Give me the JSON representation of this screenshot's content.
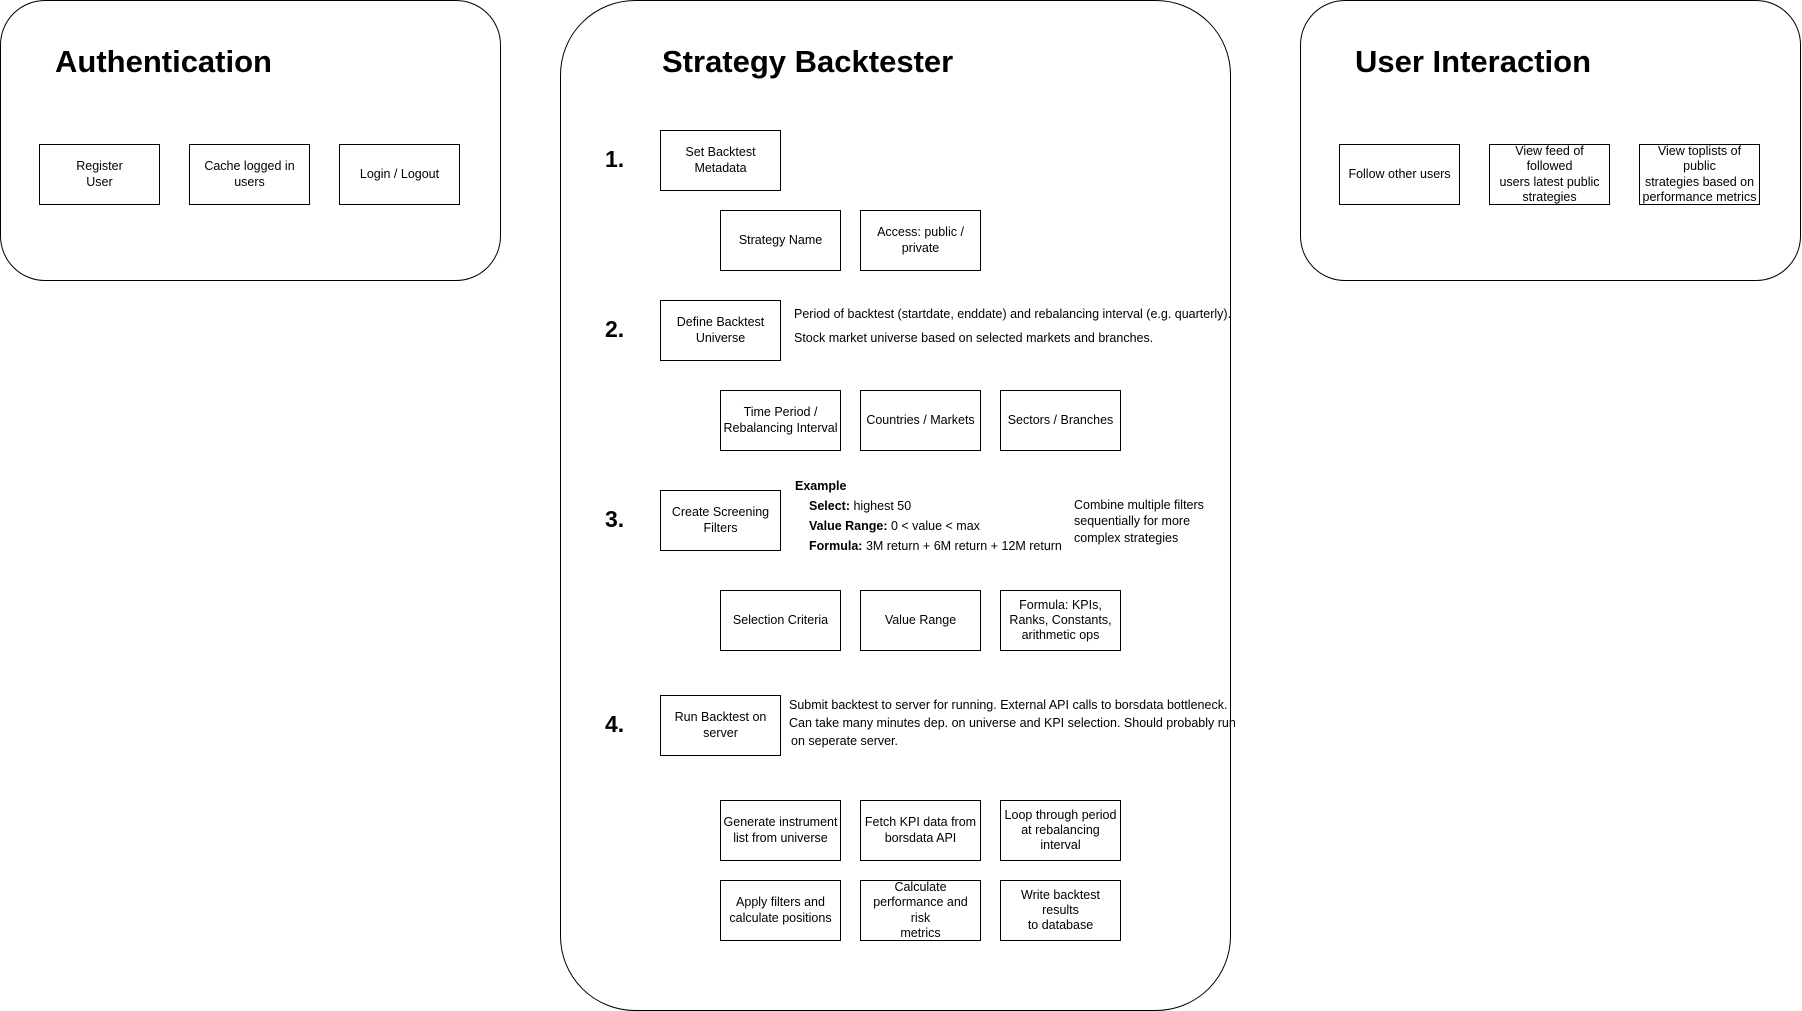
{
  "auth": {
    "title": "Authentication",
    "boxes": [
      "Register\nUser",
      "Cache logged in\nusers",
      "Login / Logout"
    ]
  },
  "backtester": {
    "title": "Strategy Backtester",
    "steps": [
      {
        "num": "1.",
        "label": "Set Backtest\nMetadata",
        "children": [
          "Strategy Name",
          "Access: public /\nprivate"
        ]
      },
      {
        "num": "2.",
        "label": "Define Backtest\nUniverse",
        "children": [
          "Time Period /\nRebalancing Interval",
          "Countries / Markets",
          "Sectors / Branches"
        ],
        "notes": [
          "Period of backtest (startdate, enddate) and rebalancing interval (e.g. quarterly).",
          "Stock market universe based on selected markets and branches."
        ]
      },
      {
        "num": "3.",
        "label": "Create Screening\nFilters",
        "children": [
          "Selection Criteria",
          "Value Range",
          "Formula: KPIs,\nRanks, Constants,\narithmetic ops"
        ],
        "example": {
          "heading": "Example",
          "select_label": "Select:",
          "select_value": "highest 50",
          "range_label": "Value Range:",
          "range_value": "0 < value < max",
          "formula_label": "Formula:",
          "formula_value": "3M return + 6M return + 12M return"
        },
        "side_note": "Combine multiple filters\nsequentially for more\ncomplex strategies"
      },
      {
        "num": "4.",
        "label": "Run Backtest on\nserver",
        "children": [
          "Generate instrument\nlist from universe",
          "Fetch KPI data from\nborsdata API",
          "Loop through period\nat rebalancing interval",
          "Apply filters and\ncalculate positions",
          "Calculate\nperformance and risk\nmetrics",
          "Write backtest results\nto database"
        ],
        "notes": [
          "Submit backtest to server for running. External API calls to borsdata bottleneck.",
          "Can take many minutes dep. on universe and KPI selection. Should probably run",
          "on seperate server."
        ]
      }
    ]
  },
  "user_interaction": {
    "title": "User Interaction",
    "boxes": [
      "Follow other users",
      "View feed of followed\nusers latest public\nstrategies",
      "View toplists of public\nstrategies based on\nperformance metrics"
    ]
  }
}
